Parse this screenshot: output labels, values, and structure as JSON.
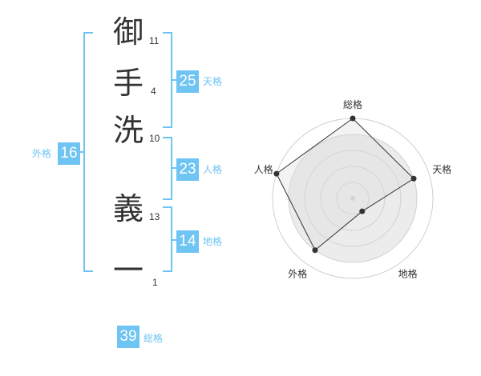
{
  "name_chars": [
    {
      "char": "御",
      "strokes": "11"
    },
    {
      "char": "手",
      "strokes": "4"
    },
    {
      "char": "洗",
      "strokes": "10"
    },
    {
      "char": "義",
      "strokes": "13"
    },
    {
      "char": "一",
      "strokes": "1"
    }
  ],
  "fortunes": {
    "tenkaku": {
      "value": "25",
      "label": "天格"
    },
    "jinkaku": {
      "value": "23",
      "label": "人格"
    },
    "chikaku": {
      "value": "14",
      "label": "地格"
    },
    "gaikaku": {
      "value": "16",
      "label": "外格"
    },
    "soukaku": {
      "value": "39",
      "label": "総格"
    }
  },
  "colors": {
    "accent": "#6ec4f2",
    "text": "#333333"
  },
  "chart_data": {
    "type": "radar",
    "axes": [
      "総格",
      "天格",
      "地格",
      "外格",
      "人格"
    ],
    "values": [
      5,
      4,
      1,
      4,
      5
    ],
    "range": [
      0,
      5
    ],
    "rings": 5
  }
}
